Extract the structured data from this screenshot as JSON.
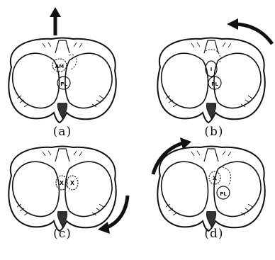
{
  "colors": {
    "ink": "#111111",
    "background": "#ffffff"
  },
  "panels": [
    {
      "caption": "(a)",
      "labels": [
        "AM",
        "PL"
      ],
      "arrow": "straight-up-arrow-icon"
    },
    {
      "caption": "(b)",
      "labels": [
        "I",
        "PL"
      ],
      "arrow": "curved-counterclockwise-arrow-icon"
    },
    {
      "caption": "(c)",
      "labels": [
        "X",
        "X"
      ],
      "arrow": "curved-arrow-lower-left-icon"
    },
    {
      "caption": "(d)",
      "labels": [
        "X",
        "PL"
      ],
      "arrow": "curved-arrow-upper-left-icon"
    }
  ]
}
